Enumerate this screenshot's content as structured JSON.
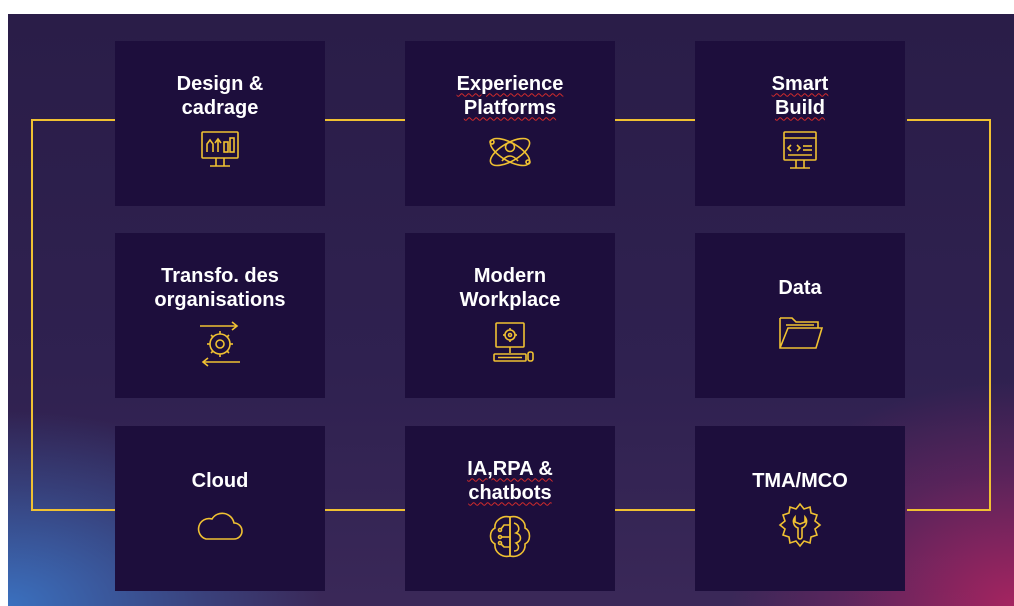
{
  "colors": {
    "accent": "#f0c132",
    "tile": "#1d0e3c",
    "text": "#ffffff"
  },
  "tiles": [
    {
      "title": "Design &\ncadrage",
      "icon": "analytics-monitor-icon",
      "spellcheck": false
    },
    {
      "title": "Experience\nPlatforms",
      "icon": "user-orbit-icon",
      "spellcheck": true
    },
    {
      "title": "Smart\nBuild",
      "icon": "code-monitor-icon",
      "spellcheck": true
    },
    {
      "title": "Transfo. des\norganisations",
      "icon": "gear-arrows-icon",
      "spellcheck": false
    },
    {
      "title": "Modern\nWorkplace",
      "icon": "computer-gear-icon",
      "spellcheck": false
    },
    {
      "title": "Data",
      "icon": "folder-icon",
      "spellcheck": false
    },
    {
      "title": "Cloud",
      "icon": "cloud-icon",
      "spellcheck": false
    },
    {
      "title": "IA,RPA &\nchatbots",
      "icon": "brain-circuit-icon",
      "spellcheck": true
    },
    {
      "title": "TMA/MCO",
      "icon": "gear-wrench-icon",
      "spellcheck": false
    }
  ]
}
